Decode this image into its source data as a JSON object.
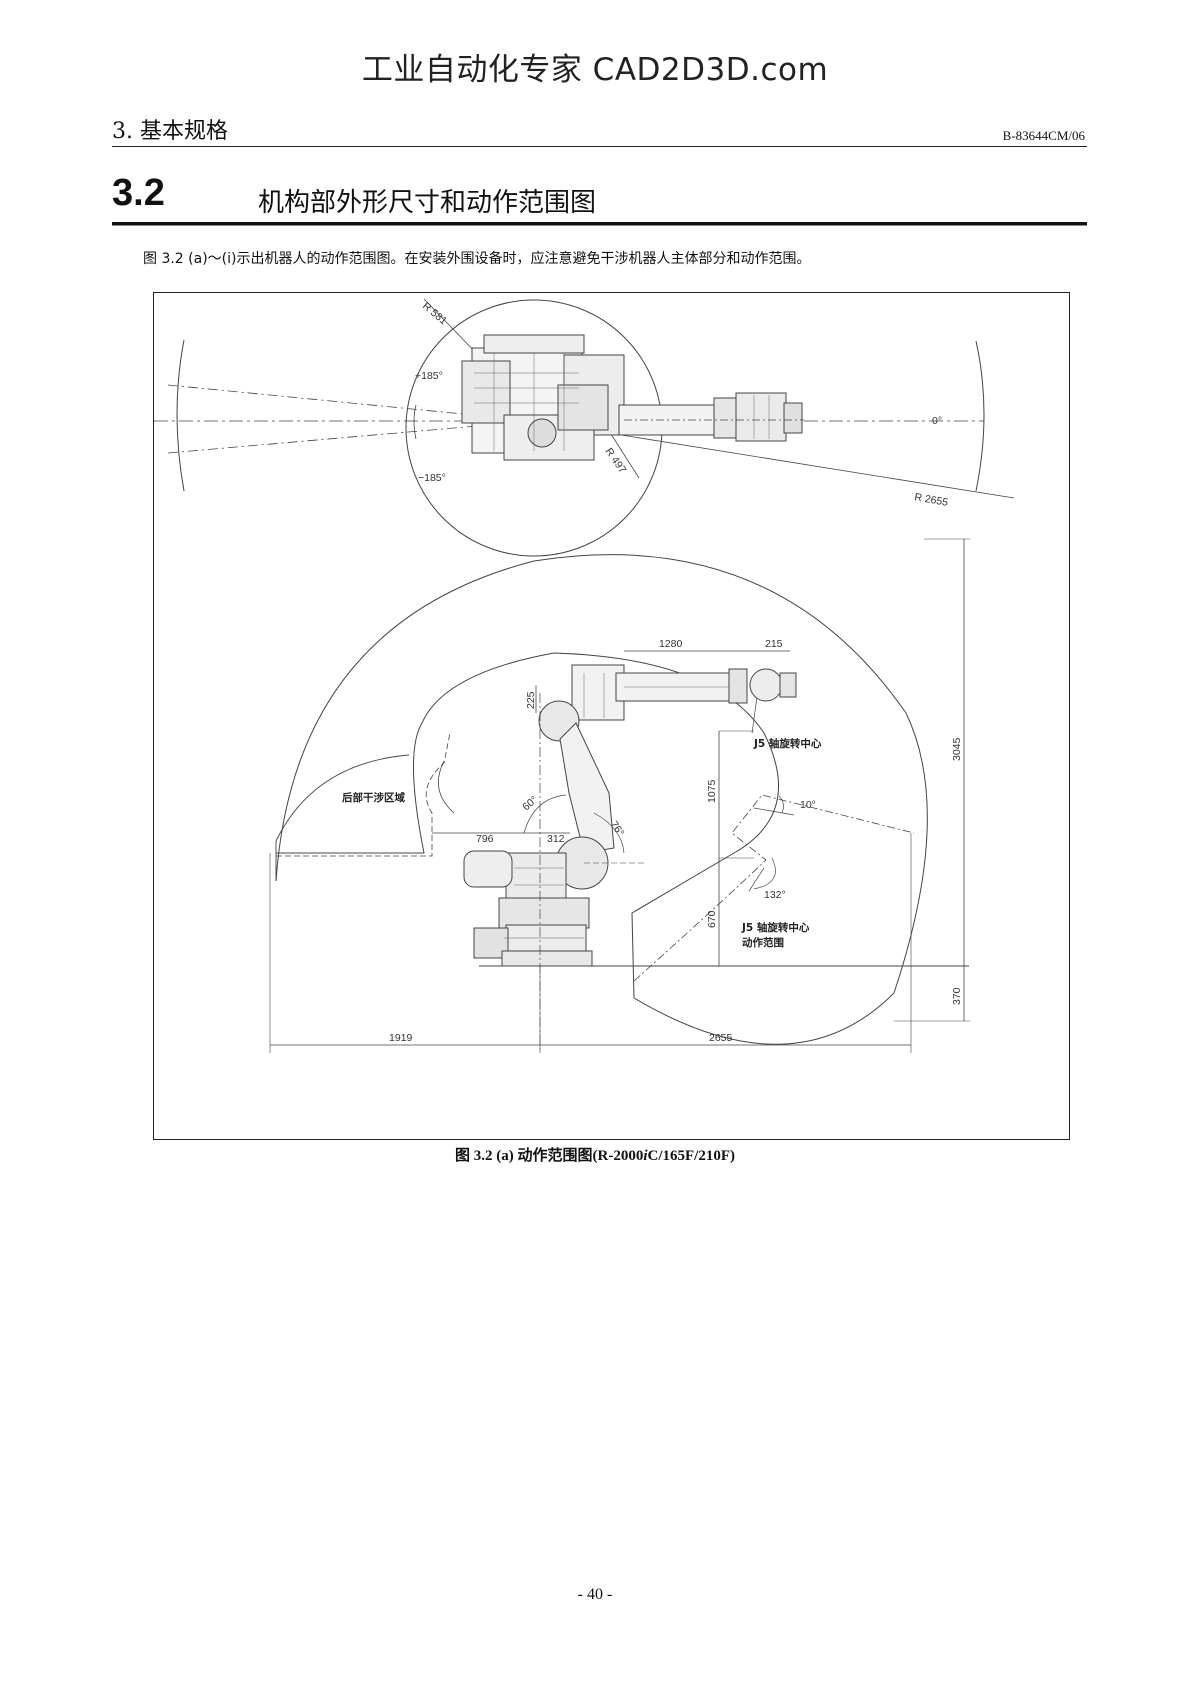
{
  "watermark": "工业自动化专家 CAD2D3D.com",
  "header": {
    "chapter": "3. 基本规格",
    "doc_code": "B-83644CM/06"
  },
  "section": {
    "number": "3.2",
    "title": "机构部外形尺寸和动作范围图"
  },
  "intro": "图 3.2 (a)～(i)示出机器人的动作范围图。在安装外围设备时，应注意避免干涉机器人主体部分和动作范围。",
  "figure": {
    "top_view": {
      "radius_581": "R 581",
      "radius_497": "R 497",
      "radius_2655": "R 2655",
      "angle_pos": "+185°",
      "angle_neg": "−185°",
      "angle_zero": "0°"
    },
    "side_view": {
      "dim_1280": "1280",
      "dim_215": "215",
      "dim_225": "225",
      "dim_3045": "3045",
      "dim_1075": "1075",
      "dim_670": "670",
      "dim_370": "370",
      "dim_796": "796",
      "dim_312": "312",
      "dim_1919": "1919",
      "dim_2655": "2655",
      "angle_60": "60°",
      "angle_76": "76°",
      "angle_10": "10°",
      "angle_132": "132°",
      "label_j5_center": "J5 轴旋转中心",
      "label_rear_zone": "后部干涉区域",
      "label_j5_range_1": "J5 轴旋转中心",
      "label_j5_range_2": "动作范围"
    }
  },
  "caption": {
    "prefix": "图 3.2 (a)  动作范围图(R-2000",
    "italic": "i",
    "suffix": "C/165F/210F)"
  },
  "page_number": "- 40 -"
}
